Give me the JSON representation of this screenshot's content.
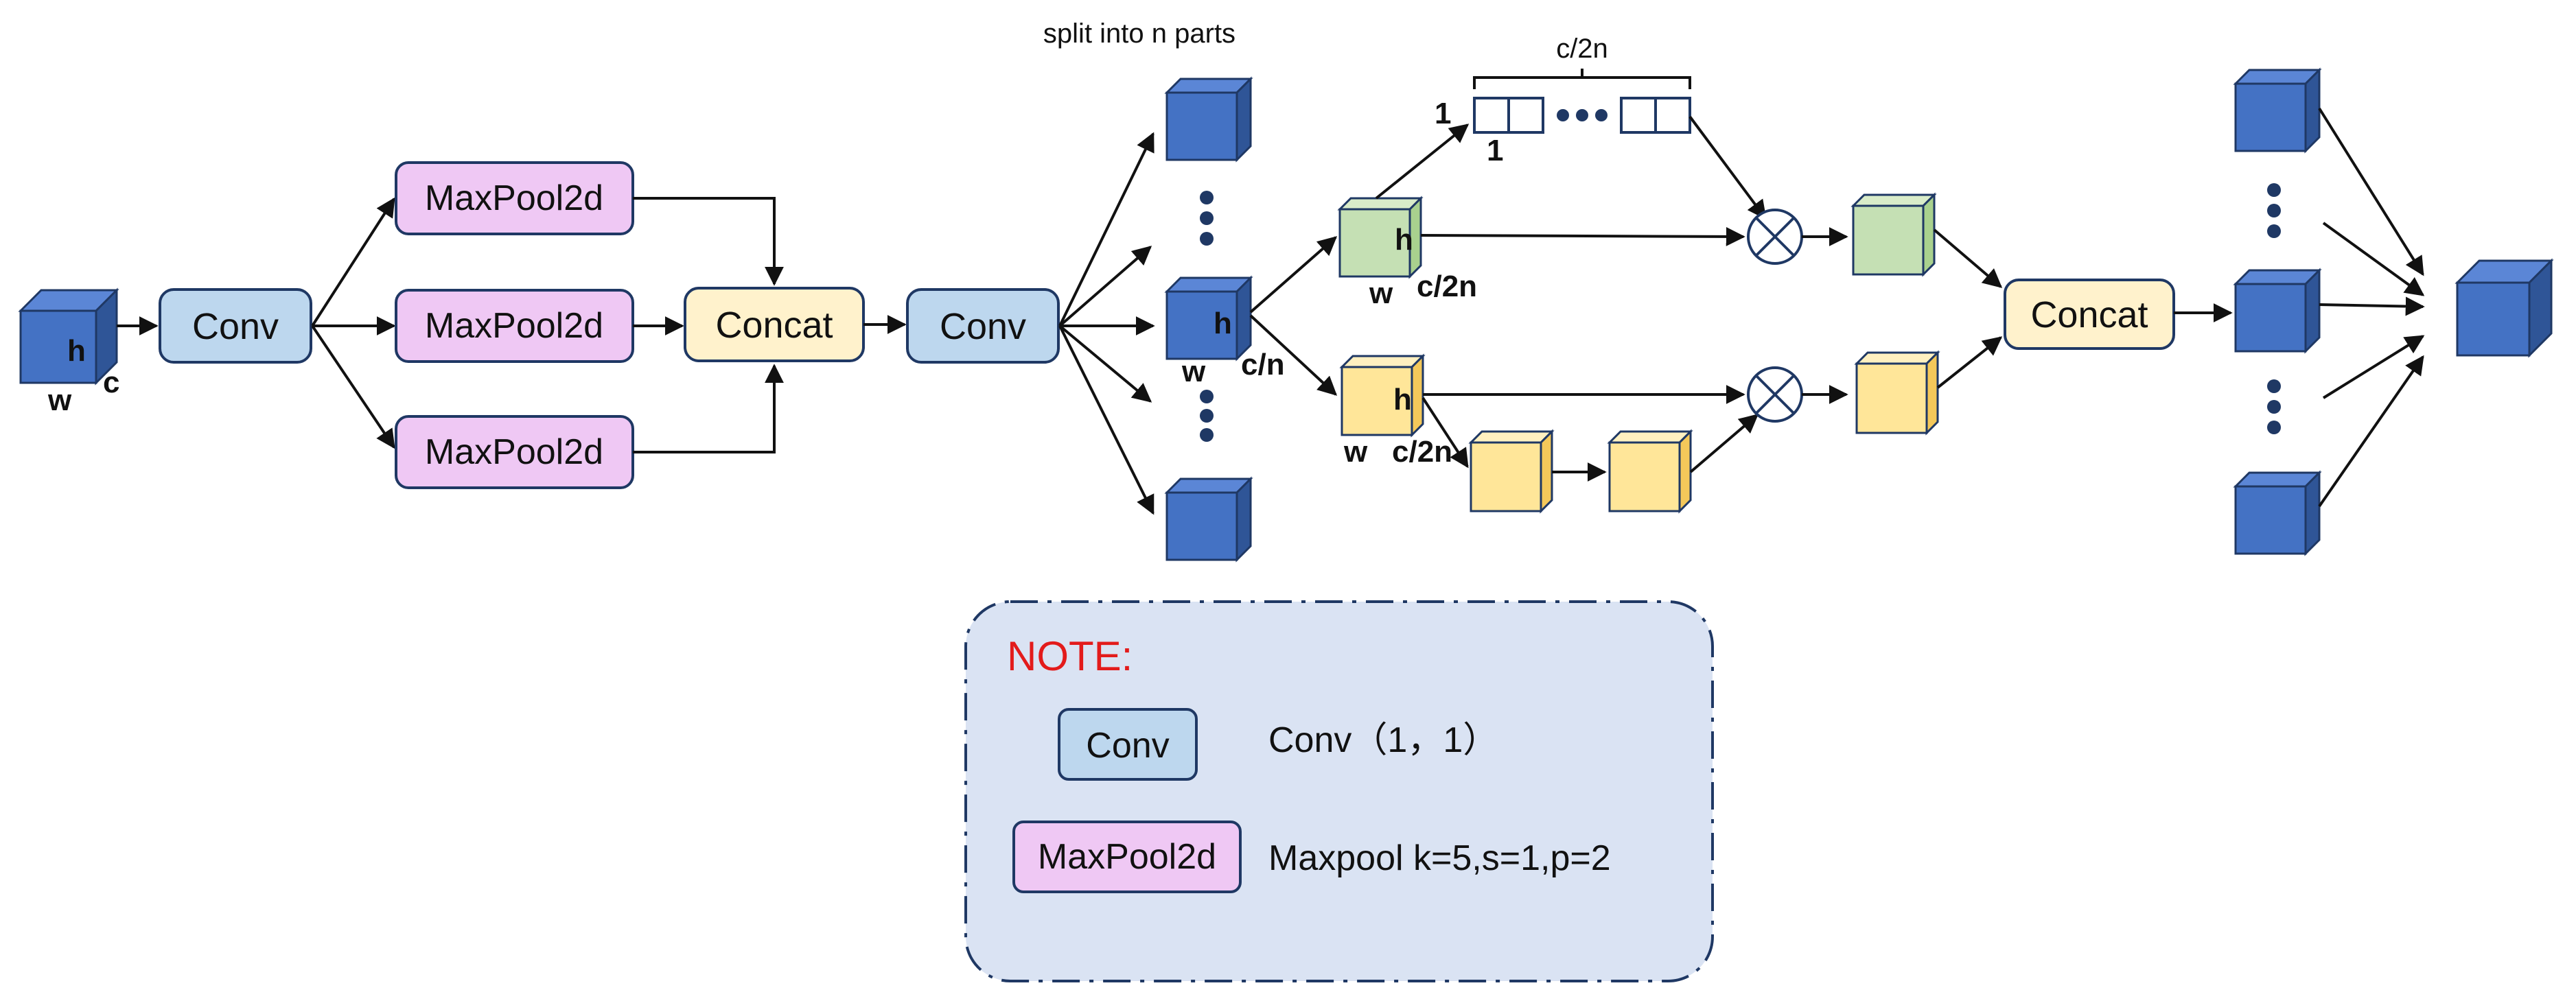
{
  "diagram": {
    "split_caption": "split into n parts",
    "input_cube": {
      "h": "h",
      "w": "w",
      "c": "c"
    },
    "conv_label": "Conv",
    "maxpool_label": "MaxPool2d",
    "concat_label": "Concat",
    "split_cube": {
      "h": "h",
      "w": "w",
      "c": "c/n"
    },
    "green_cube": {
      "h": "h",
      "w": "w",
      "c": "c/2n"
    },
    "yellow_cube": {
      "h": "h",
      "w": "w",
      "c": "c/2n"
    },
    "vector": {
      "brace_label": "c/2n",
      "row_label": "1",
      "col_label": "1"
    }
  },
  "note": {
    "title": "NOTE:",
    "conv_legend_box": "Conv",
    "conv_legend_text": "Conv（1，1）",
    "maxpool_legend_box": "MaxPool2d",
    "maxpool_legend_text": "Maxpool k=5,s=1,p=2"
  },
  "colors": {
    "cube_blue": "#4472c4",
    "cube_green": "#c5e0b4",
    "cube_yellow": "#ffe699",
    "conv_fill": "#bdd7ee",
    "maxpool_fill": "#efc8f4",
    "concat_fill": "#fff2cc",
    "note_fill": "#dae3f3",
    "note_title": "#e31b1b"
  }
}
